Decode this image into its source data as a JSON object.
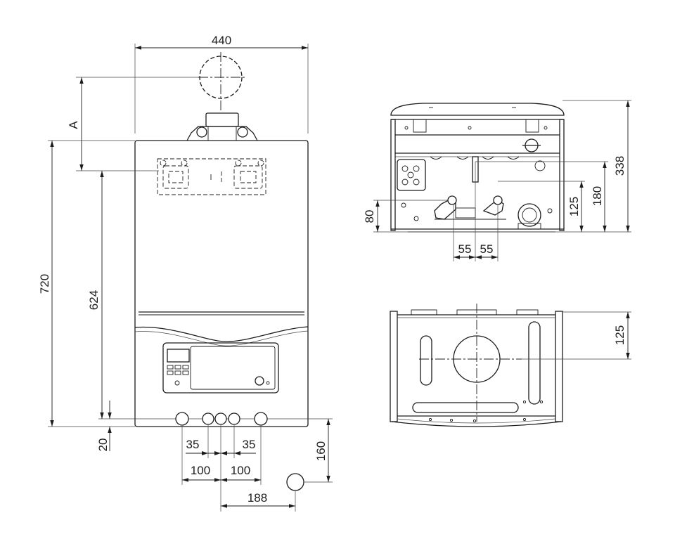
{
  "front_view": {
    "width": "440",
    "flue_offset": "A",
    "height": "720",
    "connection_height": "624",
    "bottom_offset": "20",
    "spacing_left": "35",
    "spacing_right": "35",
    "pitch_left": "100",
    "pitch_right": "100",
    "gas_drop": "160",
    "gas_offset": "188"
  },
  "side_view": {
    "depth": "338",
    "dim_180": "180",
    "dim_125": "125",
    "dim_80": "80",
    "spacing_left": "55",
    "spacing_right": "55"
  },
  "plan_view": {
    "flue_offset": "125"
  }
}
